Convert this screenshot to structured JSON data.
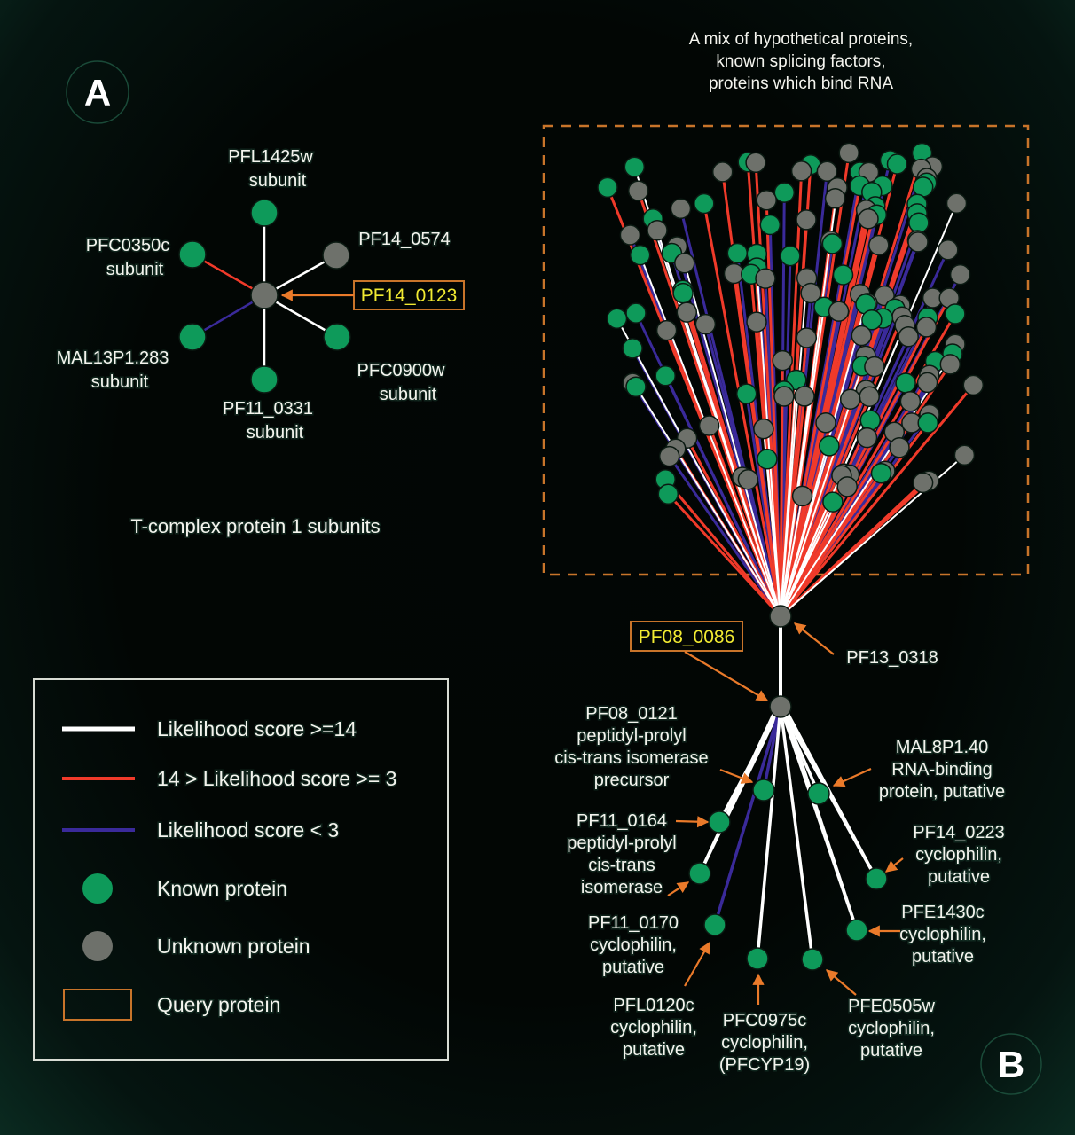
{
  "colors": {
    "known": "#0e9a5a",
    "unknown": "#6e716b",
    "edge_high": "#ffffff",
    "edge_mid": "#f03a2a",
    "edge_low": "#3a2a9a",
    "query_box": "#c8742a",
    "arrow": "#ea7a2a",
    "query_text": "#f1ea32"
  },
  "panel_a": {
    "letter": "A",
    "caption": "T-complex protein 1 subunits",
    "query": "PF14_0123",
    "center": {
      "id": "PF14_0123",
      "type": "unknown"
    },
    "neighbors": [
      {
        "id": "PFL1425w",
        "desc": "subunit",
        "type": "known",
        "score": "high"
      },
      {
        "id": "PF14_0574",
        "desc": "",
        "type": "unknown",
        "score": "high"
      },
      {
        "id": "PFC0900w",
        "desc": "subunit",
        "type": "known",
        "score": "high"
      },
      {
        "id": "PF11_0331",
        "desc": "subunit",
        "type": "known",
        "score": "high"
      },
      {
        "id": "MAL13P1.283",
        "desc": "subunit",
        "type": "known",
        "score": "low"
      },
      {
        "id": "PFC0350c",
        "desc": "subunit",
        "type": "known",
        "score": "mid"
      }
    ]
  },
  "panel_b": {
    "letter": "B",
    "cluster_caption": [
      "A mix of hypothetical proteins,",
      "known splicing factors,",
      "proteins which bind RNA"
    ],
    "hub": "PF13_0318",
    "query": "PF08_0086",
    "hub_query_score": "high",
    "cluster_summary": {
      "approx_nodes": 160,
      "mix": "known and unknown proteins",
      "edge_scores": [
        "high",
        "mid",
        "low"
      ]
    },
    "neighbors": [
      {
        "id": "PF08_0121",
        "desc": [
          "peptidyl-prolyl",
          "cis-trans isomerase",
          "precursor"
        ],
        "type": "known",
        "score": "low"
      },
      {
        "id": "MAL8P1.40",
        "desc": [
          "RNA-binding",
          "protein, putative"
        ],
        "type": "known",
        "score": "high"
      },
      {
        "id": "PF11_0164",
        "desc": [
          "peptidyl-prolyl",
          "cis-trans",
          "isomerase"
        ],
        "type": "known",
        "score": "high"
      },
      {
        "id": "PF14_0223",
        "desc": [
          "cyclophilin,",
          "putative"
        ],
        "type": "known",
        "score": "high"
      },
      {
        "id": "PF11_0170",
        "desc": [
          "cyclophilin,",
          "putative"
        ],
        "type": "known",
        "score": "high"
      },
      {
        "id": "PFE1430c",
        "desc": [
          "cyclophilin,",
          "putative"
        ],
        "type": "known",
        "score": "high"
      },
      {
        "id": "PFL0120c",
        "desc": [
          "cyclophilin,",
          "putative"
        ],
        "type": "known",
        "score": "low"
      },
      {
        "id": "PFC0975c",
        "desc": [
          "cyclophilin,",
          "(PFCYP19)"
        ],
        "type": "known",
        "score": "high"
      },
      {
        "id": "PFE0505w",
        "desc": [
          "cyclophilin,",
          "putative"
        ],
        "type": "known",
        "score": "high"
      }
    ]
  },
  "legend": {
    "items": [
      {
        "kind": "line",
        "score": "high",
        "label": "Likelihood score >=14"
      },
      {
        "kind": "line",
        "score": "mid",
        "label": "14 > Likelihood score >= 3"
      },
      {
        "kind": "line",
        "score": "low",
        "label": "Likelihood score < 3"
      },
      {
        "kind": "dot",
        "type": "known",
        "label": "Known protein"
      },
      {
        "kind": "dot",
        "type": "unknown",
        "label": "Unknown protein"
      },
      {
        "kind": "box",
        "label": "Query protein"
      }
    ]
  }
}
